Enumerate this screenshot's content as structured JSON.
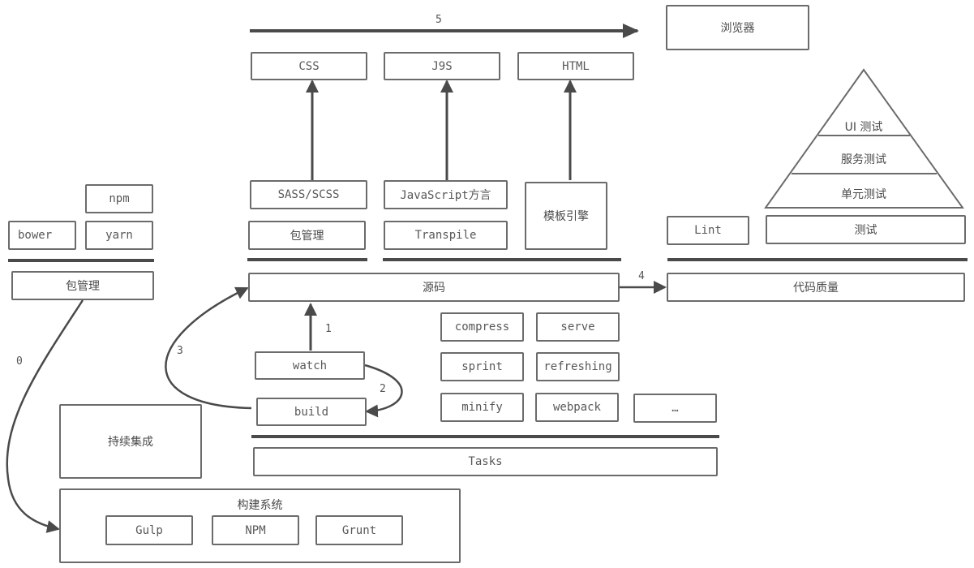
{
  "top": {
    "browser": "浏览器",
    "outputs": [
      "CSS",
      "J9S",
      "HTML"
    ],
    "arrow_label": "5"
  },
  "sources": {
    "sass": "SASS/SCSS",
    "pkg": "包管理",
    "js_dialect": "JavaScript方言",
    "transpile": "Transpile",
    "template": "模板引擎",
    "source_code": "源码"
  },
  "package_mgmt": {
    "npm": "npm",
    "bower": "bower",
    "yarn": "yarn",
    "title": "包管理",
    "arrow_label": "0"
  },
  "quality": {
    "pyramid": [
      "UI 测试",
      "服务测试",
      "单元测试"
    ],
    "lint": "Lint",
    "test": "测试",
    "title": "代码质量",
    "arrow_label": "4"
  },
  "tasks": {
    "watch": "watch",
    "build": "build",
    "labels": {
      "one": "1",
      "two": "2",
      "three": "3"
    },
    "items": [
      "compress",
      "serve",
      "sprint",
      "refreshing",
      "minify",
      "webpack",
      "…"
    ],
    "title": "Tasks"
  },
  "ci": "持续集成",
  "build_system": {
    "title": "构建系统",
    "tools": [
      "Gulp",
      "NPM",
      "Grunt"
    ]
  }
}
